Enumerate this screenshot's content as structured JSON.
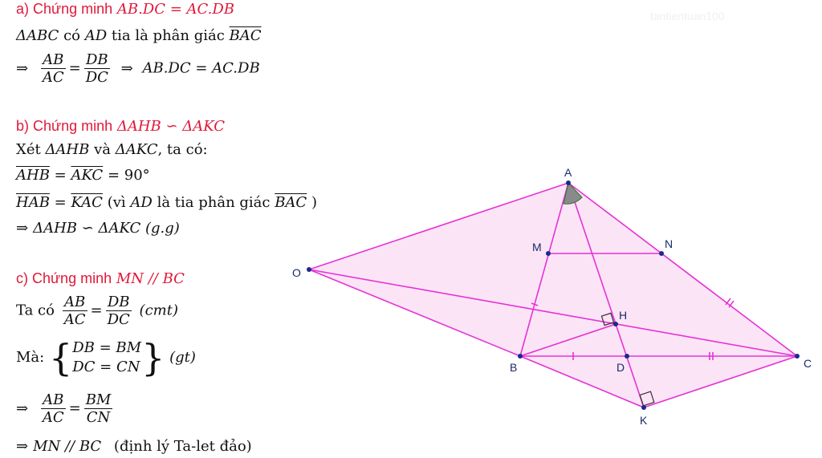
{
  "watermark": "tantientuan100",
  "part_a": {
    "heading_prefix": "a) Chứng minh",
    "heading_math": "AB.DC = AC.DB",
    "line1_math": "ΔABC",
    "line1_text1": "có",
    "line1_math2": "AD",
    "line1_text2": "tia là phân giác",
    "line1_angle": "BAC",
    "frac1_num": "AB",
    "frac1_den": "AC",
    "frac2_num": "DB",
    "frac2_den": "DC",
    "result": "AB.DC = AC.DB"
  },
  "part_b": {
    "heading_prefix": "b) Chứng minh",
    "heading_math": "ΔAHB ∽ ΔAKC",
    "line1_prefix": "Xét",
    "line1_m1": "ΔAHB",
    "line1_and": "và",
    "line1_m2": "ΔAKC",
    "line1_suffix": ", ta có:",
    "angle1": "AHB",
    "angle2": "AKC",
    "angle_value": "= 90°",
    "angle3": "HAB",
    "angle4": "KAC",
    "reason_prefix": "(vì",
    "reason_math": "AD",
    "reason_text": "là tia phân giác",
    "reason_angle": "BAC",
    "reason_suffix": ")",
    "result": "ΔAHB ∽ ΔAKC",
    "result_case": "(g.g)"
  },
  "part_c": {
    "heading_prefix": "c) Chứng minh",
    "heading_math": "MN // BC",
    "line1_prefix": "Ta có",
    "frac1_num": "AB",
    "frac1_den": "AC",
    "frac2_num": "DB",
    "frac2_den": "DC",
    "line1_suffix": "(cmt)",
    "line2_prefix": "Mà:",
    "sys1": "DB = BM",
    "sys2": "DC = CN",
    "line2_suffix": "(gt)",
    "frac3_num": "AB",
    "frac3_den": "AC",
    "frac4_num": "BM",
    "frac4_den": "CN",
    "result_math": "MN // BC",
    "result_text": "(định lý Ta-let đảo)"
  },
  "figure": {
    "labels": [
      "A",
      "O",
      "M",
      "N",
      "H",
      "B",
      "D",
      "C",
      "K"
    ],
    "fill_color": "#fce4f7",
    "line_color": "#e433d6",
    "point_color": "#1a2a8a"
  }
}
